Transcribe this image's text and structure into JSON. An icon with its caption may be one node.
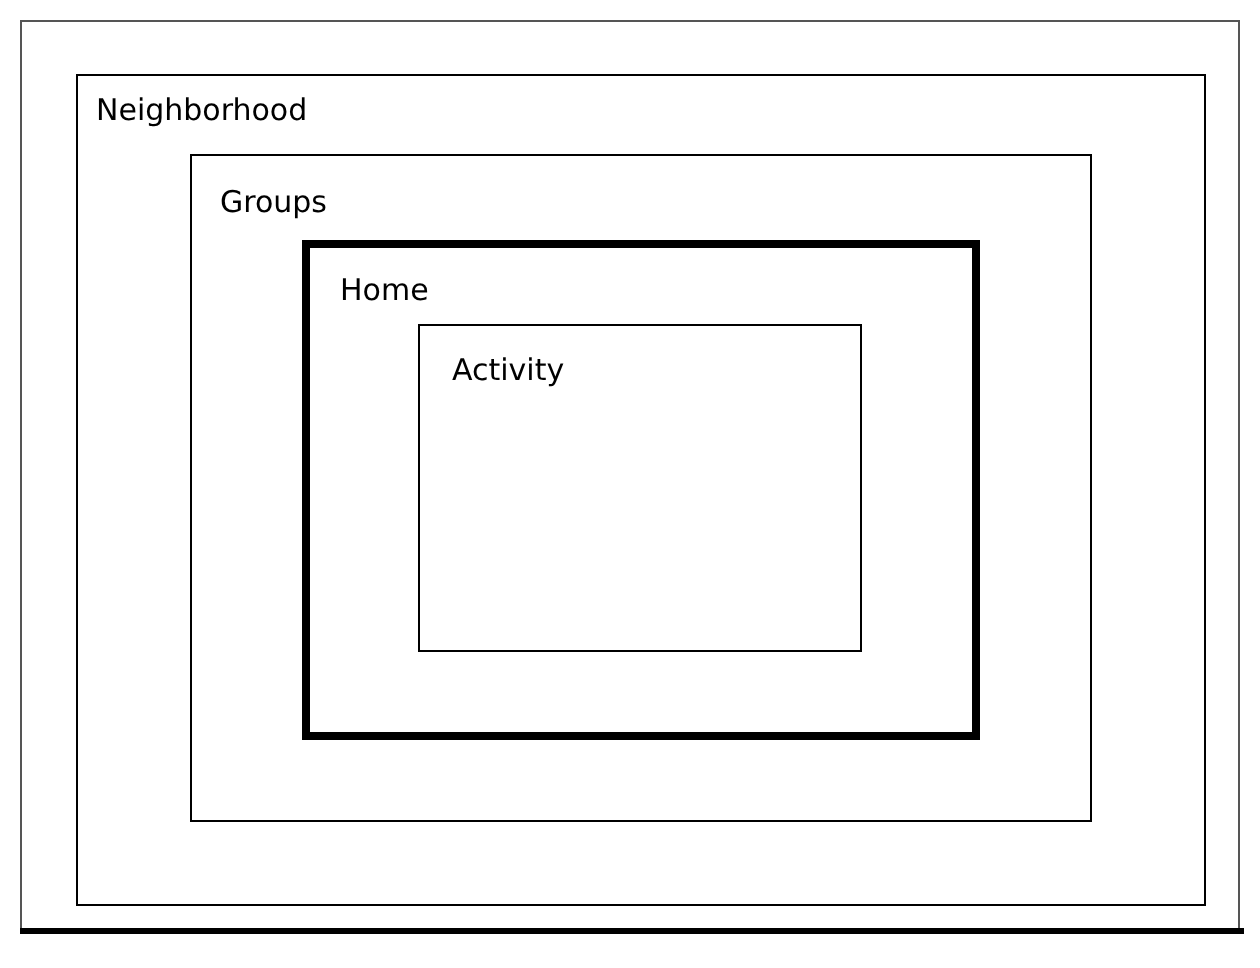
{
  "diagram": {
    "nodes": [
      {
        "text": [
          "Neighborhood"
        ]
      },
      {
        "text": [
          "Groups"
        ],
        "in": 0
      },
      {
        "text": [
          "Home"
        ],
        "in": 1
      },
      {
        "text": [
          "Activity"
        ],
        "in": 2
      }
    ]
  }
}
